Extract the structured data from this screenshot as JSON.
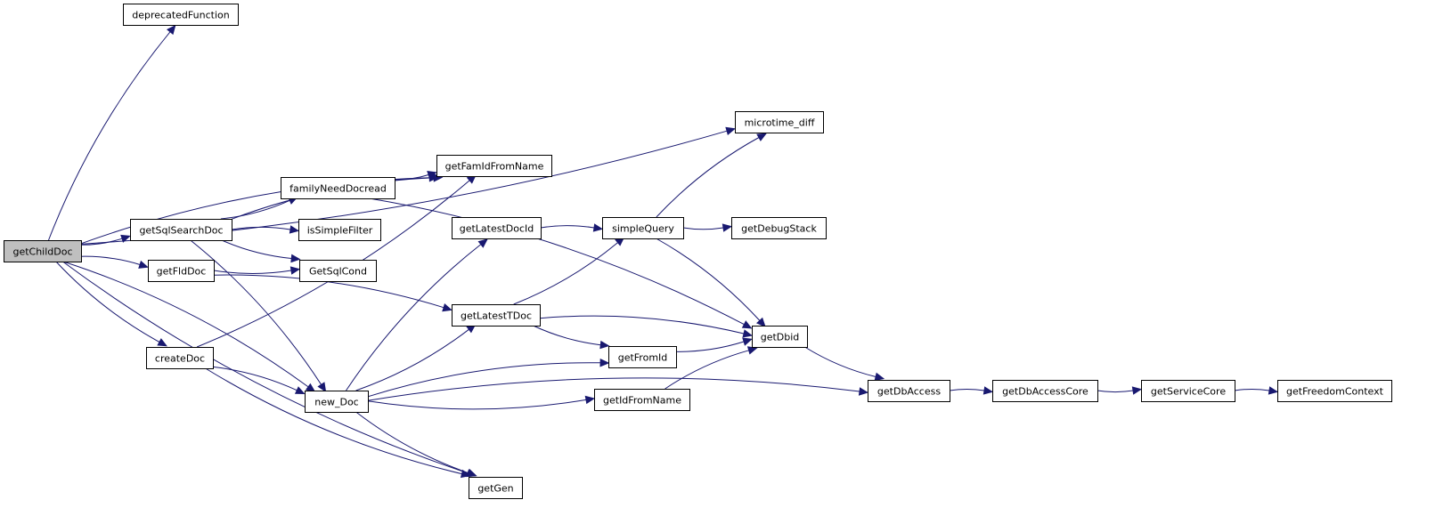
{
  "colors": {
    "edge": "#191970",
    "root_fill": "#bfbfbf",
    "node_fill": "#ffffff",
    "node_stroke": "#000000"
  },
  "nodes": {
    "getChildDoc": "getChildDoc",
    "deprecatedFunction": "deprecatedFunction",
    "microtime_diff": "microtime_diff",
    "getFamIdFromName": "getFamIdFromName",
    "familyNeedDocread": "familyNeedDocread",
    "getSqlSearchDoc": "getSqlSearchDoc",
    "isSimpleFilter": "isSimpleFilter",
    "getFldDoc": "getFldDoc",
    "GetSqlCond": "GetSqlCond",
    "getLatestDocId": "getLatestDocId",
    "simpleQuery": "simpleQuery",
    "getDebugStack": "getDebugStack",
    "getLatestTDoc": "getLatestTDoc",
    "getDbid": "getDbid",
    "createDoc": "createDoc",
    "getFromId": "getFromId",
    "getDbAccess": "getDbAccess",
    "getDbAccessCore": "getDbAccessCore",
    "getServiceCore": "getServiceCore",
    "getFreedomContext": "getFreedomContext",
    "new_Doc": "new_Doc",
    "getIdFromName": "getIdFromName",
    "getGen": "getGen"
  },
  "edges": [
    [
      "getChildDoc",
      "deprecatedFunction"
    ],
    [
      "getChildDoc",
      "microtime_diff"
    ],
    [
      "getChildDoc",
      "getFamIdFromName"
    ],
    [
      "getChildDoc",
      "getSqlSearchDoc"
    ],
    [
      "getChildDoc",
      "getFldDoc"
    ],
    [
      "getChildDoc",
      "createDoc"
    ],
    [
      "getChildDoc",
      "new_Doc"
    ],
    [
      "getChildDoc",
      "getGen"
    ],
    [
      "getSqlSearchDoc",
      "getFamIdFromName"
    ],
    [
      "getSqlSearchDoc",
      "familyNeedDocread"
    ],
    [
      "getSqlSearchDoc",
      "isSimpleFilter"
    ],
    [
      "getSqlSearchDoc",
      "GetSqlCond"
    ],
    [
      "getSqlSearchDoc",
      "new_Doc"
    ],
    [
      "familyNeedDocread",
      "getFamIdFromName"
    ],
    [
      "familyNeedDocread",
      "getDbid"
    ],
    [
      "getFldDoc",
      "GetSqlCond"
    ],
    [
      "getFldDoc",
      "getLatestTDoc"
    ],
    [
      "createDoc",
      "getFamIdFromName"
    ],
    [
      "createDoc",
      "new_Doc"
    ],
    [
      "createDoc",
      "getGen"
    ],
    [
      "new_Doc",
      "getLatestDocId"
    ],
    [
      "new_Doc",
      "getLatestTDoc"
    ],
    [
      "new_Doc",
      "getFromId"
    ],
    [
      "new_Doc",
      "getIdFromName"
    ],
    [
      "new_Doc",
      "getDbAccess"
    ],
    [
      "new_Doc",
      "getGen"
    ],
    [
      "getLatestDocId",
      "simpleQuery"
    ],
    [
      "getLatestTDoc",
      "simpleQuery"
    ],
    [
      "getLatestTDoc",
      "getDbid"
    ],
    [
      "getLatestTDoc",
      "getFromId"
    ],
    [
      "simpleQuery",
      "microtime_diff"
    ],
    [
      "simpleQuery",
      "getDebugStack"
    ],
    [
      "simpleQuery",
      "getDbid"
    ],
    [
      "getFromId",
      "getDbid"
    ],
    [
      "getIdFromName",
      "getDbid"
    ],
    [
      "getDbid",
      "getDbAccess"
    ],
    [
      "getDbAccess",
      "getDbAccessCore"
    ],
    [
      "getDbAccessCore",
      "getServiceCore"
    ],
    [
      "getServiceCore",
      "getFreedomContext"
    ]
  ]
}
